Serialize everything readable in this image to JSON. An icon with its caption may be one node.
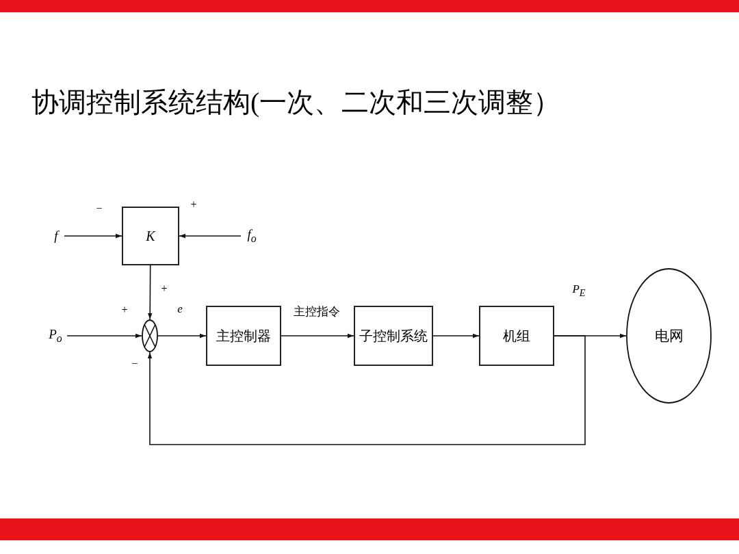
{
  "diagram": {
    "title": "协调控制系统结构(一次、二次和三次调整）",
    "nodes": [
      {
        "text": [
          "f"
        ]
      },
      {
        "text": [
          "K"
        ]
      },
      {
        "text": [
          "f$_{o}$"
        ]
      },
      {
        "text": [
          "P$_{o}$"
        ]
      },
      {
        "text": [],
        "shape": "circle"
      },
      {
        "text": [
          "主控制器"
        ]
      },
      {
        "text": [
          "子控制系统"
        ]
      },
      {
        "text": [
          "机组"
        ]
      },
      {
        "text": [
          "电网"
        ]
      }
    ],
    "edges": [
      {
        "from": 0,
        "to": 1,
        "arrow": "to"
      },
      {
        "from": 2,
        "to": 1,
        "arrow": "to"
      },
      {
        "from": 1,
        "to": 4,
        "arrow": "to"
      },
      {
        "from": 3,
        "to": 4,
        "arrow": "to"
      },
      {
        "from": 4,
        "to": 5,
        "arrow": "to",
        "label": "e"
      },
      {
        "from": 5,
        "to": 6,
        "arrow": "to",
        "label": "主控指令"
      },
      {
        "from": 6,
        "to": 7,
        "arrow": "to"
      },
      {
        "from": 7,
        "to": 8,
        "arrow": "to",
        "label": "P$_{E}$"
      },
      {
        "from": 7,
        "to": 4,
        "arrow": "to"
      }
    ],
    "labels": [
      "−",
      "+",
      "+",
      "+",
      "−"
    ]
  }
}
